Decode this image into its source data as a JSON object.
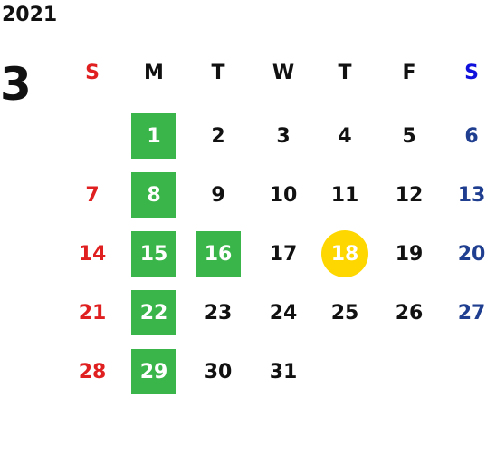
{
  "year": "2021",
  "month": "3",
  "weekdays": [
    "S",
    "M",
    "T",
    "W",
    "T",
    "F",
    "S"
  ],
  "first_weekday_index": 1,
  "days_in_month": 31,
  "highlighted_days": [
    1,
    8,
    15,
    16,
    22,
    29
  ],
  "today": 18,
  "colors": {
    "sunday": "#e02020",
    "saturday": "#1f3e8f",
    "saturday_header": "#1010dd",
    "highlight": "#3ab54a",
    "today": "#ffd700",
    "text": "#111111"
  }
}
